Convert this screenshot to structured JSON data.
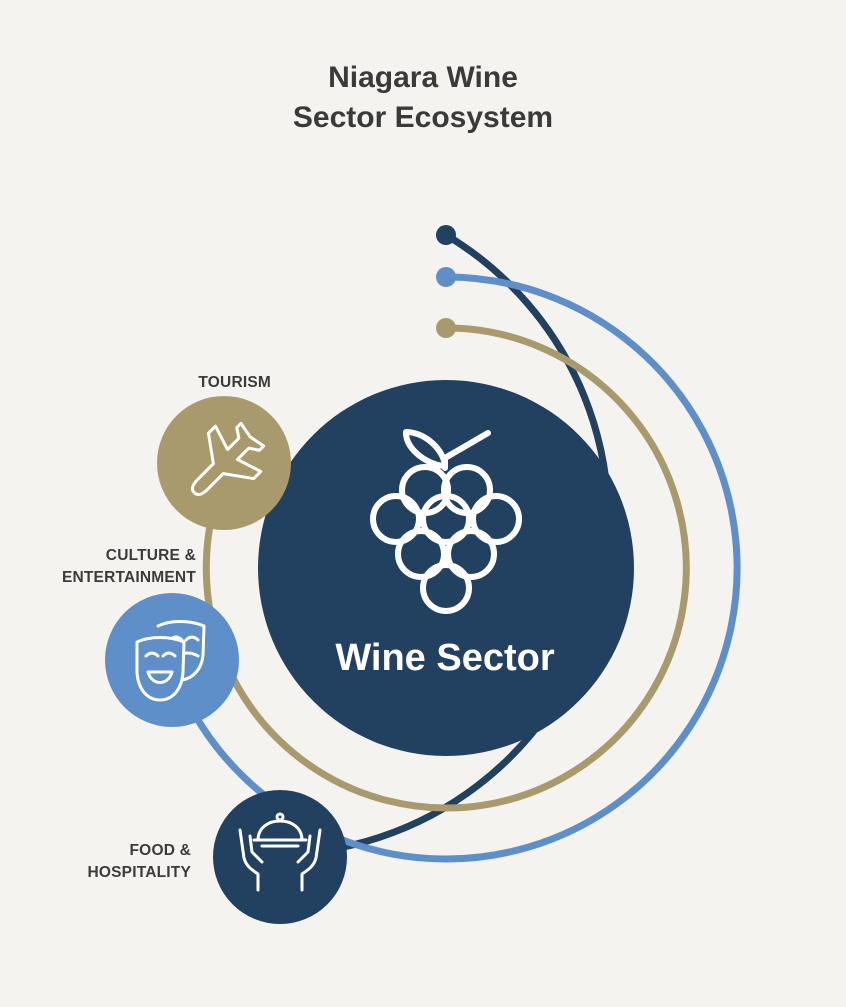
{
  "title": {
    "line1": "Niagara Wine",
    "line2": "Sector Ecosystem"
  },
  "center": {
    "label": "Wine Sector",
    "icon": "grapes-icon"
  },
  "nodes": [
    {
      "label_line1": "TOURISM",
      "label_line2": "",
      "icon": "airplane-icon",
      "color": "#a89a6c"
    },
    {
      "label_line1": "CULTURE &",
      "label_line2": "ENTERTAINMENT",
      "icon": "theater-masks-icon",
      "color": "#5f8fc9"
    },
    {
      "label_line1": "FOOD &",
      "label_line2": "HOSPITALITY",
      "icon": "cloche-hands-icon",
      "color": "#22405f"
    }
  ],
  "colors": {
    "background": "#f5f3f0",
    "navy": "#22405f",
    "blue": "#5f8fc9",
    "gold": "#a89a6c",
    "text": "#3a3a3a"
  }
}
